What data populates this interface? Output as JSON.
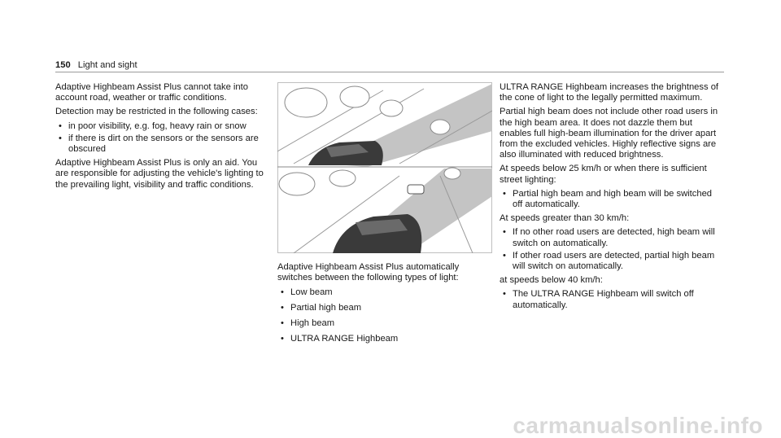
{
  "header": {
    "page_number": "150",
    "section_title": "Light and sight"
  },
  "col1": {
    "p1": "Adaptive Highbeam Assist Plus cannot take into account road, weather or traffic conditions.",
    "p2": "Detection may be restricted in the following cases:",
    "bullets": [
      "in poor visibility, e.g. fog, heavy rain or snow",
      "if there is dirt on the sensors or the sensors are obscured"
    ],
    "p3": "Adaptive Highbeam Assist Plus is only an aid. You are responsible for adjusting the vehicle's lighting to the prevailing light, visibility and traffic conditions."
  },
  "col2": {
    "caption": "Adaptive Highbeam Assist Plus automatically switches between the following types of light:",
    "bullets": [
      "Low beam",
      "Partial high beam",
      "High beam",
      "ULTRA RANGE Highbeam"
    ]
  },
  "col3": {
    "p1": "ULTRA RANGE Highbeam increases the brightness of the cone of light to the legally permitted maximum.",
    "p2": "Partial high beam does not include other road users in the high beam area. It does not dazzle them but enables full high-beam illumination for the driver apart from the excluded vehicles. Highly reflective signs are also illuminated with reduced brightness.",
    "p3": "At speeds below 25 km/h or when there is sufficient street lighting:",
    "bullets1": [
      "Partial high beam and high beam will be switched off automatically."
    ],
    "p4": "At speeds greater than 30 km/h:",
    "bullets2": [
      "If no other road users are detected, high beam will switch on automatically.",
      "If other road users are detected, partial high beam will switch on automatically."
    ],
    "p5": "at speeds below 40 km/h:",
    "bullets3": [
      "The ULTRA RANGE Highbeam will switch off automatically."
    ]
  },
  "bullet_glyph": "•",
  "watermark": "carmanualsonline.info",
  "colors": {
    "text": "#1a1a1a",
    "rule": "#9a9a9a",
    "beam": "#c4c4c4",
    "figure_bg": "#ffffff"
  }
}
